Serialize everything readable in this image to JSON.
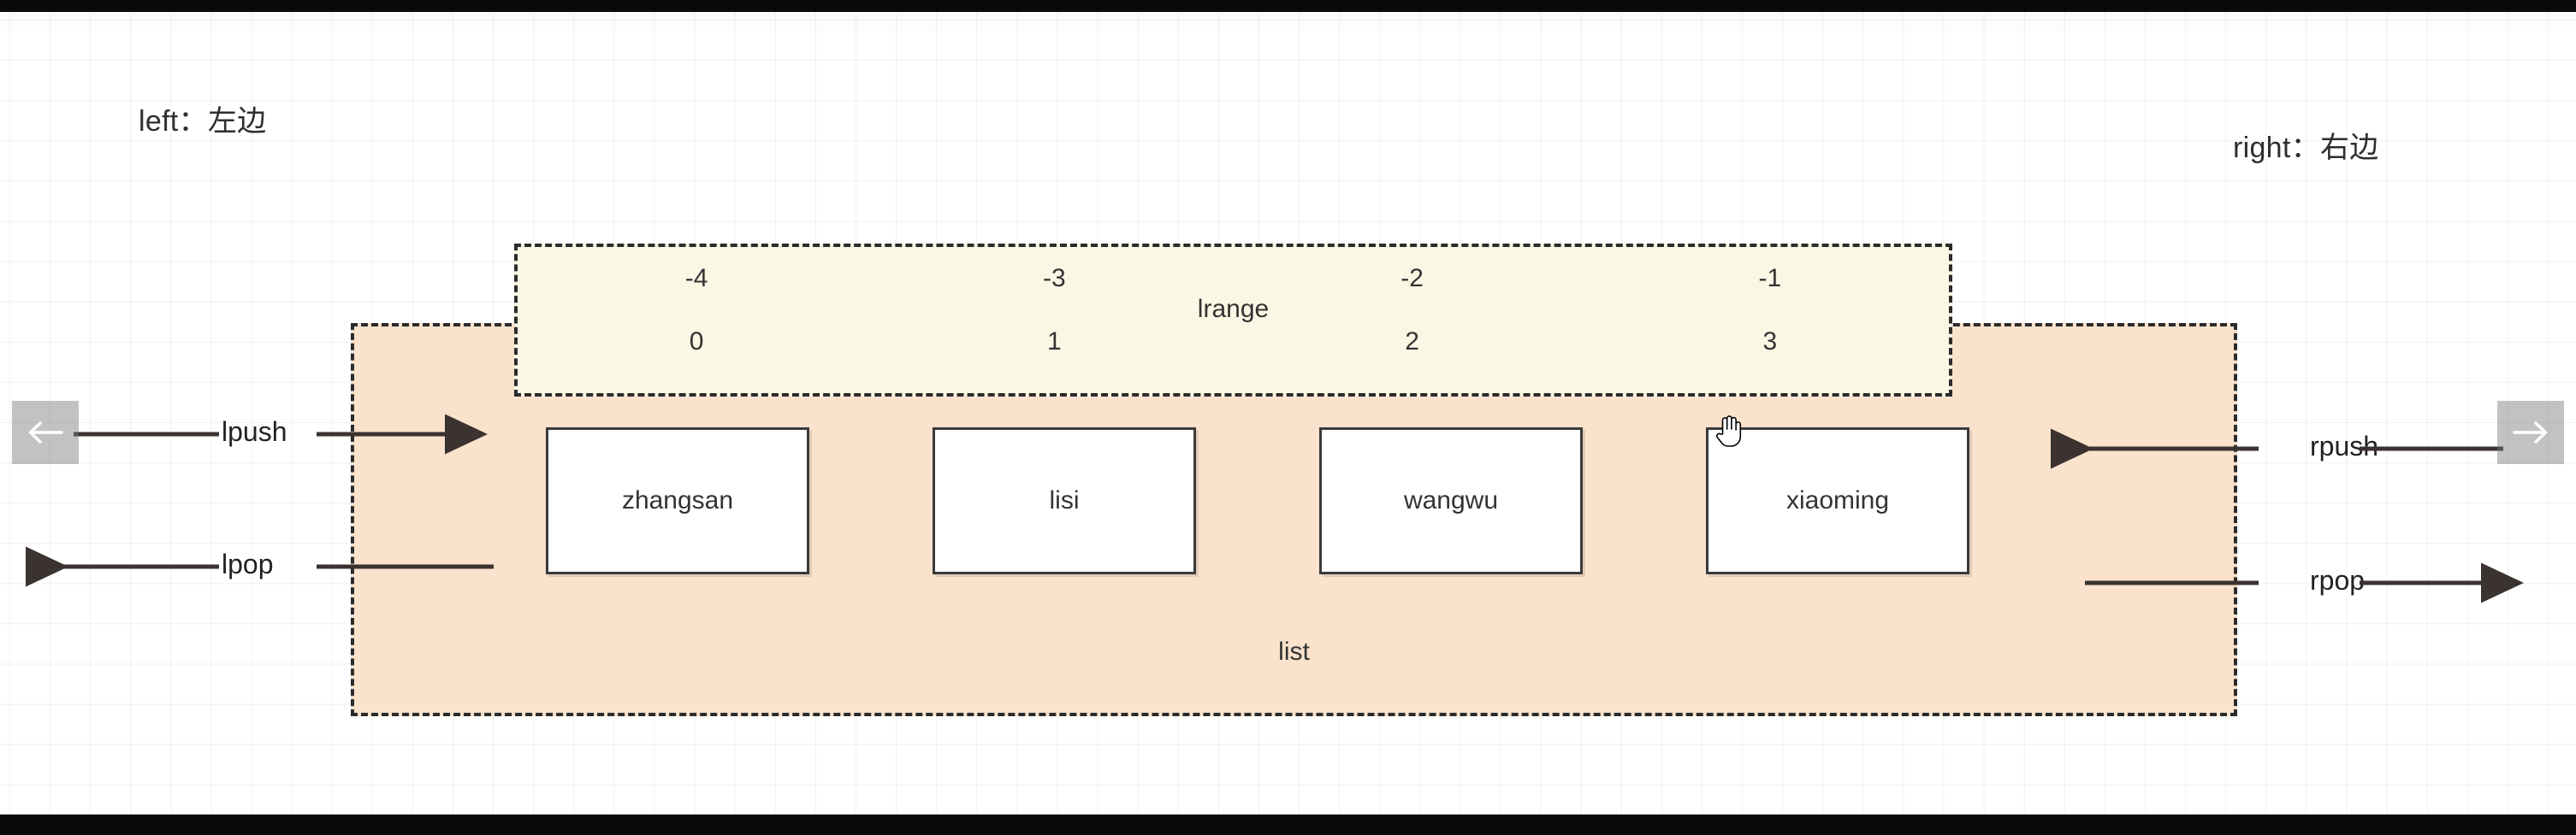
{
  "diagram": {
    "labels": {
      "left": "left：左边",
      "right": "right：右边"
    },
    "list": {
      "name": "list",
      "items": [
        {
          "value": "zhangsan",
          "positive_index": "0",
          "negative_index": "-4"
        },
        {
          "value": "lisi",
          "positive_index": "1",
          "negative_index": "-3"
        },
        {
          "value": "wangwu",
          "positive_index": "2",
          "negative_index": "-2"
        },
        {
          "value": "xiaoming",
          "positive_index": "3",
          "negative_index": "-1"
        }
      ]
    },
    "lrange": {
      "name": "lrange",
      "negative_indexes": [
        "-4",
        "-3",
        "-2",
        "-1"
      ],
      "positive_indexes": [
        "0",
        "1",
        "2",
        "3"
      ]
    },
    "operations": {
      "lpush": "lpush",
      "lpop": "lpop",
      "rpush": "rpush",
      "rpop": "rpop"
    },
    "colors": {
      "list_fill": "#fbe2cd",
      "lrange_fill": "#faf7e4",
      "box_fill": "#ffffff",
      "stroke": "#2b2b2b",
      "text": "#333333"
    }
  },
  "navigation": {
    "prev_icon": "arrow-left-icon",
    "next_icon": "arrow-right-icon"
  }
}
